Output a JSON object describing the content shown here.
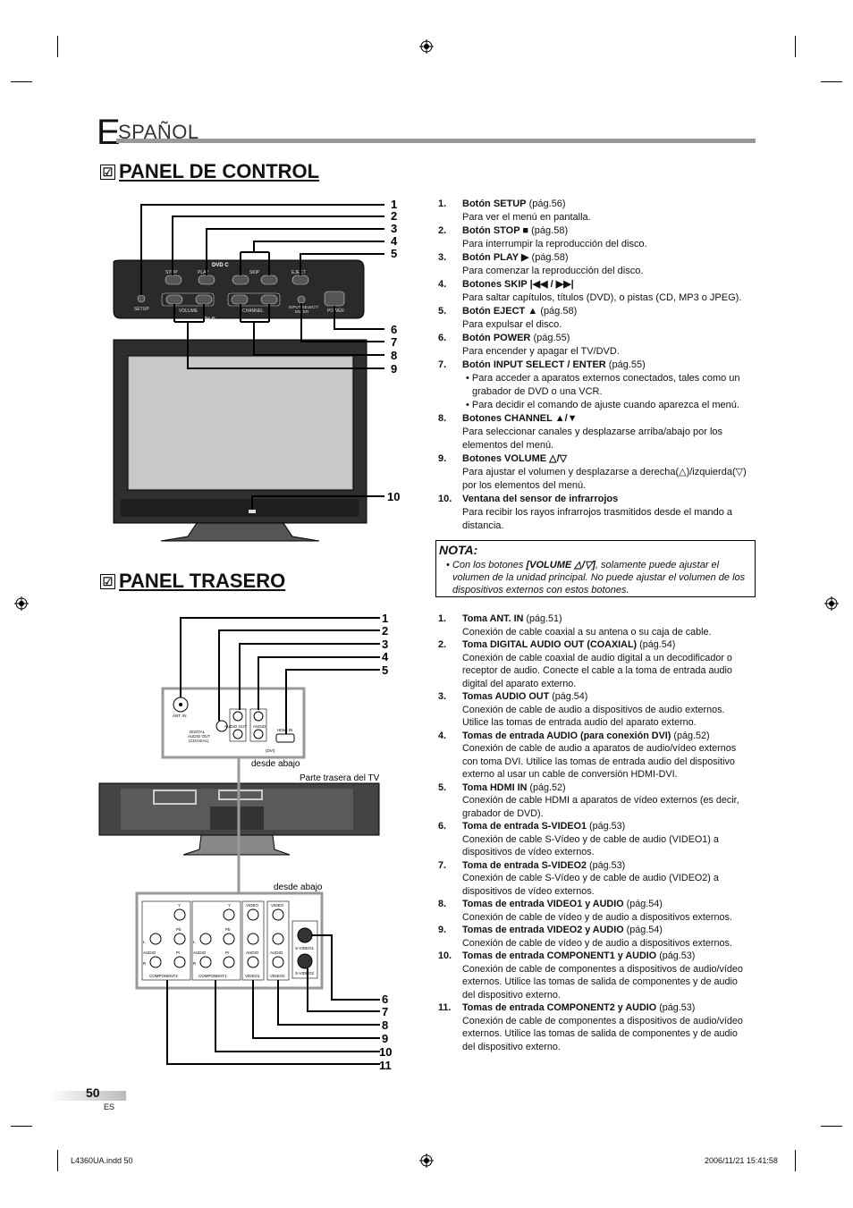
{
  "header": {
    "lang_initial": "E",
    "lang_rest": "SPAÑOL"
  },
  "control": {
    "title": "PANEL DE CONTROL",
    "check": "☑",
    "callouts": [
      "1",
      "2",
      "3",
      "4",
      "5",
      "6",
      "7",
      "8",
      "9",
      "10"
    ],
    "panel_labels": {
      "dvd": "DVD C",
      "tv": "TV C",
      "stop": "STOP",
      "play": "PLAY",
      "skip": "SKIP",
      "eject": "EJECT",
      "setup": "SETUP",
      "volume": "VOLUME",
      "channel": "CHANNEL",
      "input_line1": "INPUT SELECT/",
      "input_line2": "ENTER",
      "power": "POWER"
    },
    "items": [
      {
        "n": "1.",
        "name": "Botón SETUP",
        "ref": "(pág.56)",
        "desc": [
          "Para ver el menú en pantalla."
        ]
      },
      {
        "n": "2.",
        "name": "Botón STOP ■",
        "ref": "(pág.58)",
        "desc": [
          "Para interrumpir la reproducción del disco."
        ]
      },
      {
        "n": "3.",
        "name": "Botón PLAY ▶",
        "ref": "(pág.58)",
        "desc": [
          "Para comenzar la reproducción del disco."
        ]
      },
      {
        "n": "4.",
        "name": "Botones SKIP |◀◀ / ▶▶|",
        "ref": "",
        "desc": [
          "Para saltar capítulos, títulos (DVD), o pistas (CD, MP3 o JPEG)."
        ]
      },
      {
        "n": "5.",
        "name": "Botón EJECT ▲",
        "ref": "(pág.58)",
        "desc": [
          "Para expulsar el disco."
        ]
      },
      {
        "n": "6.",
        "name": "Botón POWER",
        "ref": "(pág.55)",
        "desc": [
          "Para encender y apagar el TV/DVD."
        ]
      },
      {
        "n": "7.",
        "name": "Botón INPUT SELECT / ENTER",
        "ref": "(pág.55)",
        "bullets": [
          "Para acceder a aparatos externos conectados, tales como un grabador de DVD o una VCR.",
          "Para decidir el comando de ajuste cuando aparezca el menú."
        ]
      },
      {
        "n": "8.",
        "name": "Botones CHANNEL ▲/▼",
        "ref": "",
        "desc": [
          "Para seleccionar canales y desplazarse arriba/abajo por los elementos del menú."
        ]
      },
      {
        "n": "9.",
        "name": "Botones VOLUME △/▽",
        "ref": "",
        "desc": [
          "Para ajustar el volumen y desplazarse a derecha(△)/izquierda(▽) por los elementos del menú."
        ]
      },
      {
        "n": "10.",
        "name": "Ventana del sensor de infrarrojos",
        "ref": "",
        "desc": [
          "Para recibir los rayos infrarrojos trasmitidos desde el mando a distancia."
        ]
      }
    ]
  },
  "nota": {
    "title": "NOTA:",
    "bullet": "•",
    "pre": "Con los botones ",
    "bold": "[VOLUME △/▽]",
    "post": ", solamente puede ajustar el volumen de la unidad principal. No puede ajustar el volumen de los dispositivos externos con estos botones."
  },
  "rear": {
    "title": "PANEL TRASERO",
    "check": "☑",
    "callouts": [
      "1",
      "2",
      "3",
      "4",
      "5",
      "6",
      "7",
      "8",
      "9",
      "10",
      "11"
    ],
    "labels": {
      "from_below_1": "desde abajo",
      "tv_rear": "Parte trasera del TV",
      "from_below_2": "desde abajo",
      "ant_in": "ANT. IN",
      "digital": "DIGITAL",
      "audio_out_coax": "AUDIO OUT",
      "coaxial": "(COAXIAL)",
      "audio_out": "AUDIO OUT",
      "audio": "AUDIO",
      "hdmi_in": "HDMI IN",
      "dvi": "(DVI)",
      "y": "Y",
      "pb": "Pb",
      "pr": "Pr",
      "video": "VIDEO",
      "component1": "COMPONENT1",
      "component2": "COMPONENT2",
      "video1": "VIDEO1",
      "video2": "VIDEO2",
      "svideo1": "S-VIDEO1",
      "svideo2": "S-VIDEO2",
      "l": "L",
      "r": "R"
    },
    "items": [
      {
        "n": "1.",
        "name": "Toma ANT. IN",
        "ref": "(pág.51)",
        "desc": [
          "Conexión de cable coaxial a su antena o su caja de cable."
        ]
      },
      {
        "n": "2.",
        "name": "Toma DIGITAL AUDIO OUT (COAXIAL)",
        "ref": "(pág.54)",
        "desc": [
          "Conexión de cable coaxial de audio digital a un decodificador o receptor de audio. Conecte el cable a la toma de entrada audio digital del aparato externo."
        ]
      },
      {
        "n": "3.",
        "name": "Tomas AUDIO OUT",
        "ref": "(pág.54)",
        "desc": [
          "Conexión de cable de audio a dispositivos de audio externos. Utilice las tomas de entrada audio del aparato externo."
        ]
      },
      {
        "n": "4.",
        "name": "Tomas de entrada AUDIO (para conexión DVI)",
        "ref": "(pág.52)",
        "desc": [
          "Conexión de cable de audio a aparatos de audio/vídeo externos con toma DVI. Utilice las tomas de entrada audio del dispositivo externo al usar un cable de conversión HDMI-DVI."
        ]
      },
      {
        "n": "5.",
        "name": "Toma HDMI IN",
        "ref": "(pág.52)",
        "desc": [
          "Conexión de cable HDMI a aparatos de vídeo externos (es decir, grabador de DVD)."
        ]
      },
      {
        "n": "6.",
        "name": "Toma de entrada S-VIDEO1",
        "ref": "(pág.53)",
        "desc": [
          "Conexión de cable S-Vídeo y de cable de audio (VIDEO1) a dispositivos de vídeo externos."
        ]
      },
      {
        "n": "7.",
        "name": "Toma de entrada S-VIDEO2",
        "ref": "(pág.53)",
        "desc": [
          "Conexión de cable S-Vídeo y de cable de audio (VIDEO2) a dispositivos de vídeo externos."
        ]
      },
      {
        "n": "8.",
        "name": "Tomas de entrada VIDEO1 y AUDIO",
        "ref": "(pág.54)",
        "desc": [
          "Conexión de cable de vídeo y de audio a dispositivos externos."
        ]
      },
      {
        "n": "9.",
        "name": "Tomas de entrada VIDEO2 y AUDIO",
        "ref": "(pág.54)",
        "desc": [
          "Conexión de cable de vídeo y de audio a dispositivos externos."
        ]
      },
      {
        "n": "10.",
        "name": "Tomas de entrada COMPONENT1 y AUDIO",
        "ref": "(pág.53)",
        "desc": [
          "Conexión de cable de componentes a dispositivos de audio/vídeo externos. Utilice las tomas de salida de componentes y de audio del dispositivo externo."
        ]
      },
      {
        "n": "11.",
        "name": "Tomas de entrada COMPONENT2 y AUDIO",
        "ref": "(pág.53)",
        "desc": [
          "Conexión de cable de componentes a dispositivos de audio/vídeo externos. Utilice las tomas de salida de componentes y de audio del dispositivo externo."
        ]
      }
    ]
  },
  "page": {
    "number": "50",
    "lang": "ES"
  },
  "footer": {
    "file": "L4360UA.indd   50",
    "date": "2006/11/21   15:41:58"
  }
}
